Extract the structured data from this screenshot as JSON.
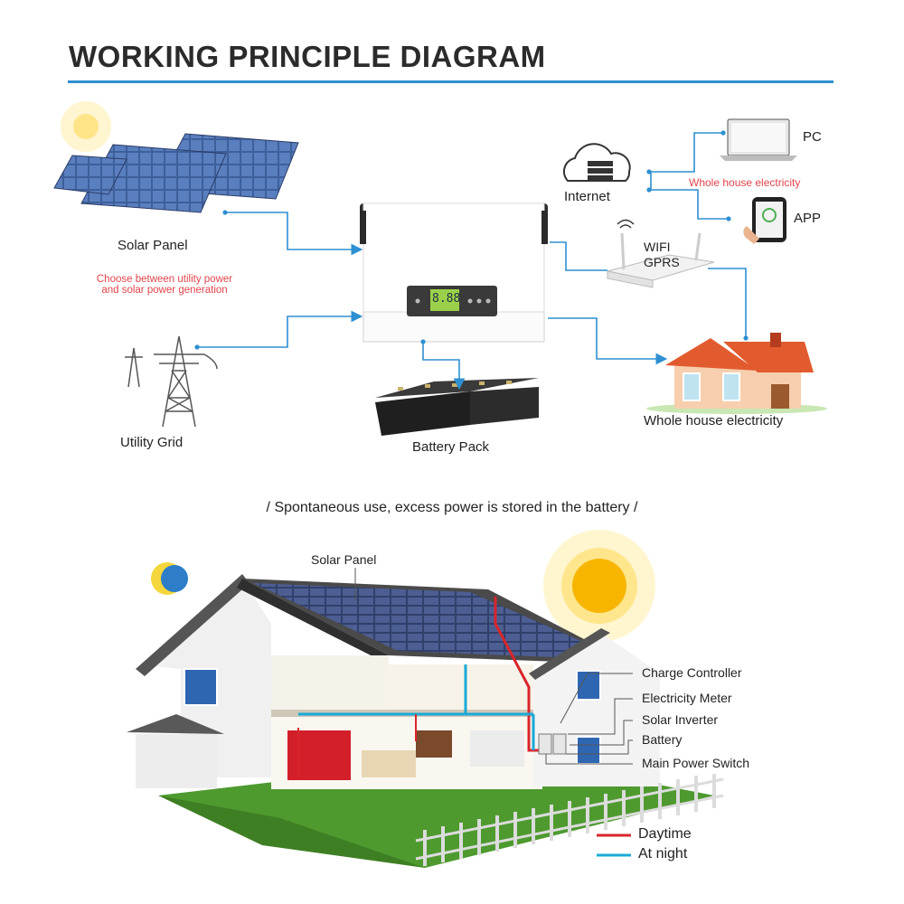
{
  "top": {
    "title": "WORKING PRINCIPLE DIAGRAM",
    "solar_panel_label": "Solar Panel",
    "choose_note_line1": "Choose between utility power",
    "choose_note_line2": "and solar power generation",
    "utility_grid_label": "Utility Grid",
    "battery_pack_label": "Battery Pack",
    "internet_label": "Internet",
    "pc_label": "PC",
    "app_label": "APP",
    "wifi_label": "WIFI",
    "gprs_label": "GPRS",
    "whole_house_red": "Whole house electricity",
    "whole_house_label": "Whole house electricity",
    "inverter_display": "8.88"
  },
  "subtitle": "/ Spontaneous use, excess power is stored in the battery /",
  "bottom": {
    "solar_panel_label": "Solar Panel",
    "callouts": [
      "Charge Controller",
      "Electricity Meter",
      "Solar Inverter",
      "Battery",
      "Main Power Switch"
    ],
    "legend": [
      {
        "label": "Daytime",
        "color": "#d9252b"
      },
      {
        "label": "At night",
        "color": "#1aa9d6"
      }
    ]
  },
  "colors": {
    "flow_line": "#2e8fd1",
    "accent_red": "#e2444b"
  }
}
